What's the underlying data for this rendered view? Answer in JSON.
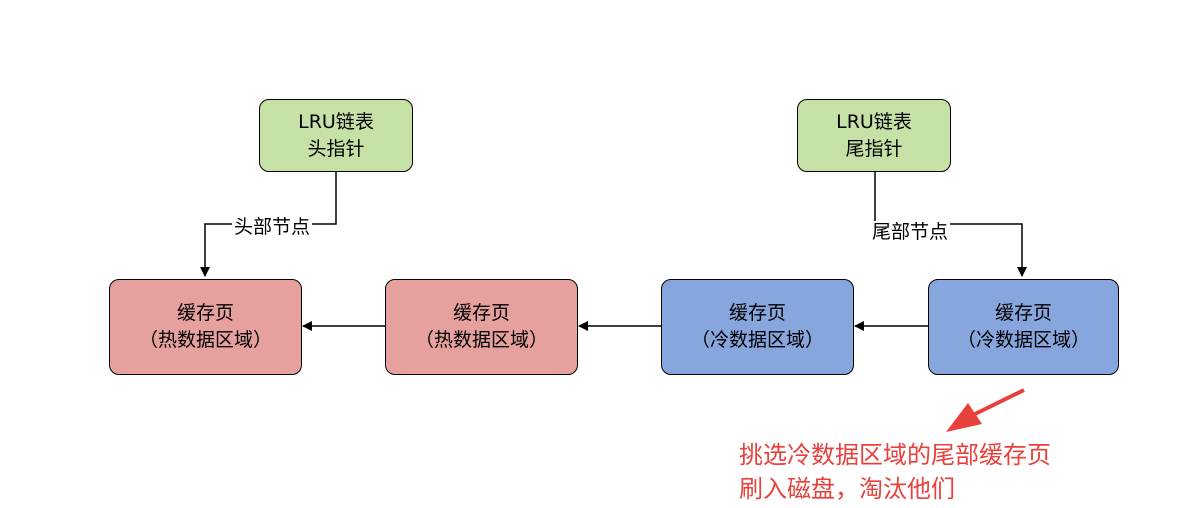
{
  "pointers": {
    "head": {
      "line1": "LRU链表",
      "line2": "头指针"
    },
    "tail": {
      "line1": "LRU链表",
      "line2": "尾指针"
    }
  },
  "edge_labels": {
    "head": "头部节点",
    "tail": "尾部节点"
  },
  "pages": [
    {
      "title": "缓存页",
      "region": "（热数据区域）",
      "color": "#e6a19e"
    },
    {
      "title": "缓存页",
      "region": "（热数据区域）",
      "color": "#e6a19e"
    },
    {
      "title": "缓存页",
      "region": "（冷数据区域）",
      "color": "#87a6de"
    },
    {
      "title": "缓存页",
      "region": "（冷数据区域）",
      "color": "#87a6de"
    }
  ],
  "annotation": {
    "line1": "挑选冷数据区域的尾部缓存页",
    "line2": "刷入磁盘，淘汰他们",
    "color": "#e8413c"
  }
}
